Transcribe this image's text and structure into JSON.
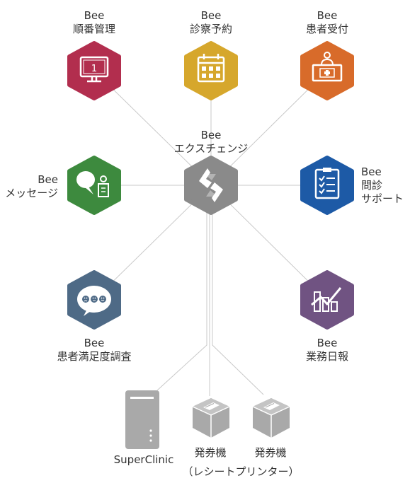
{
  "colors": {
    "line": "#c9c9c9",
    "hub": "#8a8a8a",
    "booking": "#b22e4e",
    "reservation": "#d6a72c",
    "reception": "#d86b2a",
    "message": "#3d8a3e",
    "interview": "#1d5aa6",
    "satisfaction": "#4e6a86",
    "report": "#705382",
    "device": "#a9a9a9"
  },
  "hub": {
    "line1": "Bee",
    "line2": "エクスチェンジ",
    "icon": "exchange-icon"
  },
  "modules": [
    {
      "key": "booking",
      "line1": "Bee",
      "line2": "順番管理",
      "icon": "monitor-icon",
      "badge": "1"
    },
    {
      "key": "reservation",
      "line1": "Bee",
      "line2": "診察予約",
      "icon": "calendar-icon"
    },
    {
      "key": "reception",
      "line1": "Bee",
      "line2": "患者受付",
      "icon": "reception-desk-icon"
    },
    {
      "key": "message",
      "line1": "Bee",
      "line2": "メッセージ",
      "icon": "speech-bubble-icon"
    },
    {
      "key": "interview",
      "line1": "Bee",
      "line2": "問診",
      "line3": "サポート",
      "icon": "clipboard-icon"
    },
    {
      "key": "satisfaction",
      "line1": "Bee",
      "line2": "患者満足度調査",
      "icon": "survey-faces-icon"
    },
    {
      "key": "report",
      "line1": "Bee",
      "line2": "業務日報",
      "icon": "bar-chart-icon"
    }
  ],
  "devices": {
    "server": {
      "label": "SuperClinic",
      "icon": "server-icon"
    },
    "printer1": {
      "label": "発券機",
      "icon": "printer-icon"
    },
    "printer2": {
      "label": "発券機",
      "icon": "printer-icon"
    },
    "printer_note": "（レシートプリンター）"
  }
}
